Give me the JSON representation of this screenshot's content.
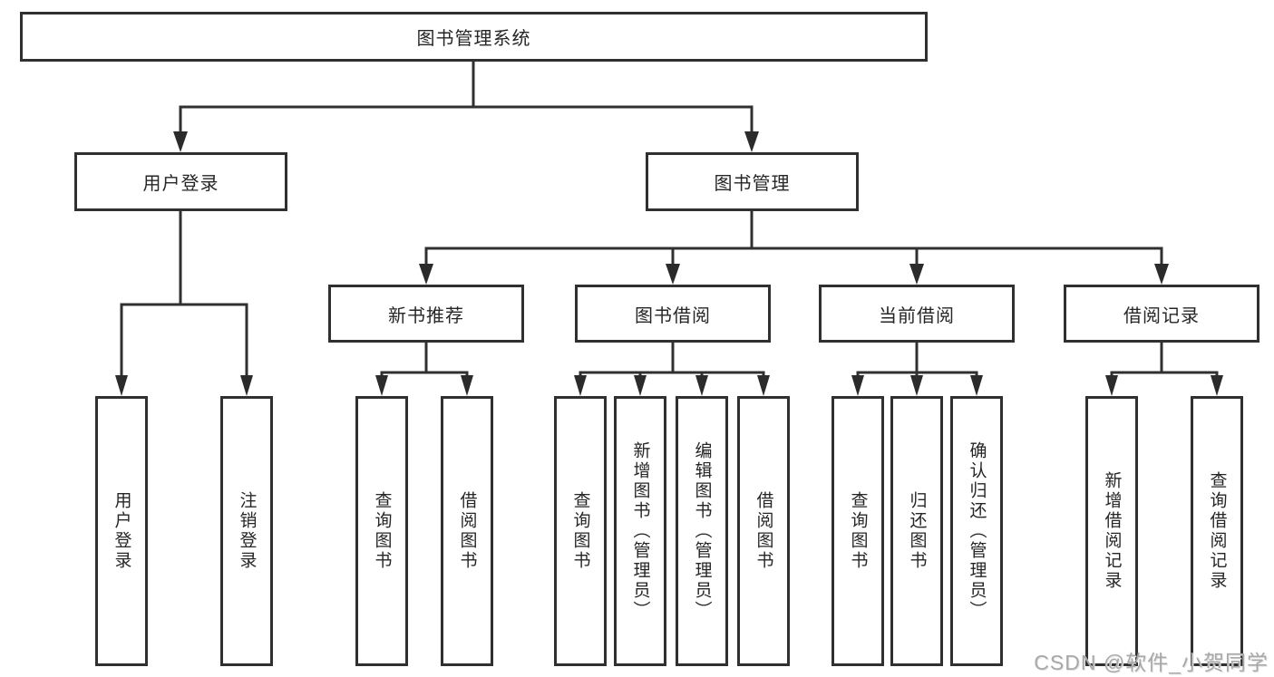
{
  "tree": {
    "label": "图书管理系统",
    "children": [
      {
        "label": "用户登录",
        "children": [
          {
            "label": "用户登录"
          },
          {
            "label": "注销登录"
          }
        ]
      },
      {
        "label": "图书管理",
        "children": [
          {
            "label": "新书推荐",
            "children": [
              {
                "label": "查询图书"
              },
              {
                "label": "借阅图书"
              }
            ]
          },
          {
            "label": "图书借阅",
            "children": [
              {
                "label": "查询图书"
              },
              {
                "label": "新增图书（管理员）"
              },
              {
                "label": "编辑图书（管理员）"
              },
              {
                "label": "借阅图书"
              }
            ]
          },
          {
            "label": "当前借阅",
            "children": [
              {
                "label": "查询图书"
              },
              {
                "label": "归还图书"
              },
              {
                "label": "确认归还（管理员）"
              }
            ]
          },
          {
            "label": "借阅记录",
            "children": [
              {
                "label": "新增借阅记录"
              },
              {
                "label": "查询借阅记录"
              }
            ]
          }
        ]
      }
    ]
  },
  "watermark": "CSDN @软件_小贺同学",
  "colors": {
    "line": "#303030",
    "box_background": "#ffffff",
    "text": "#262626",
    "watermark": "#a8a8a8"
  }
}
